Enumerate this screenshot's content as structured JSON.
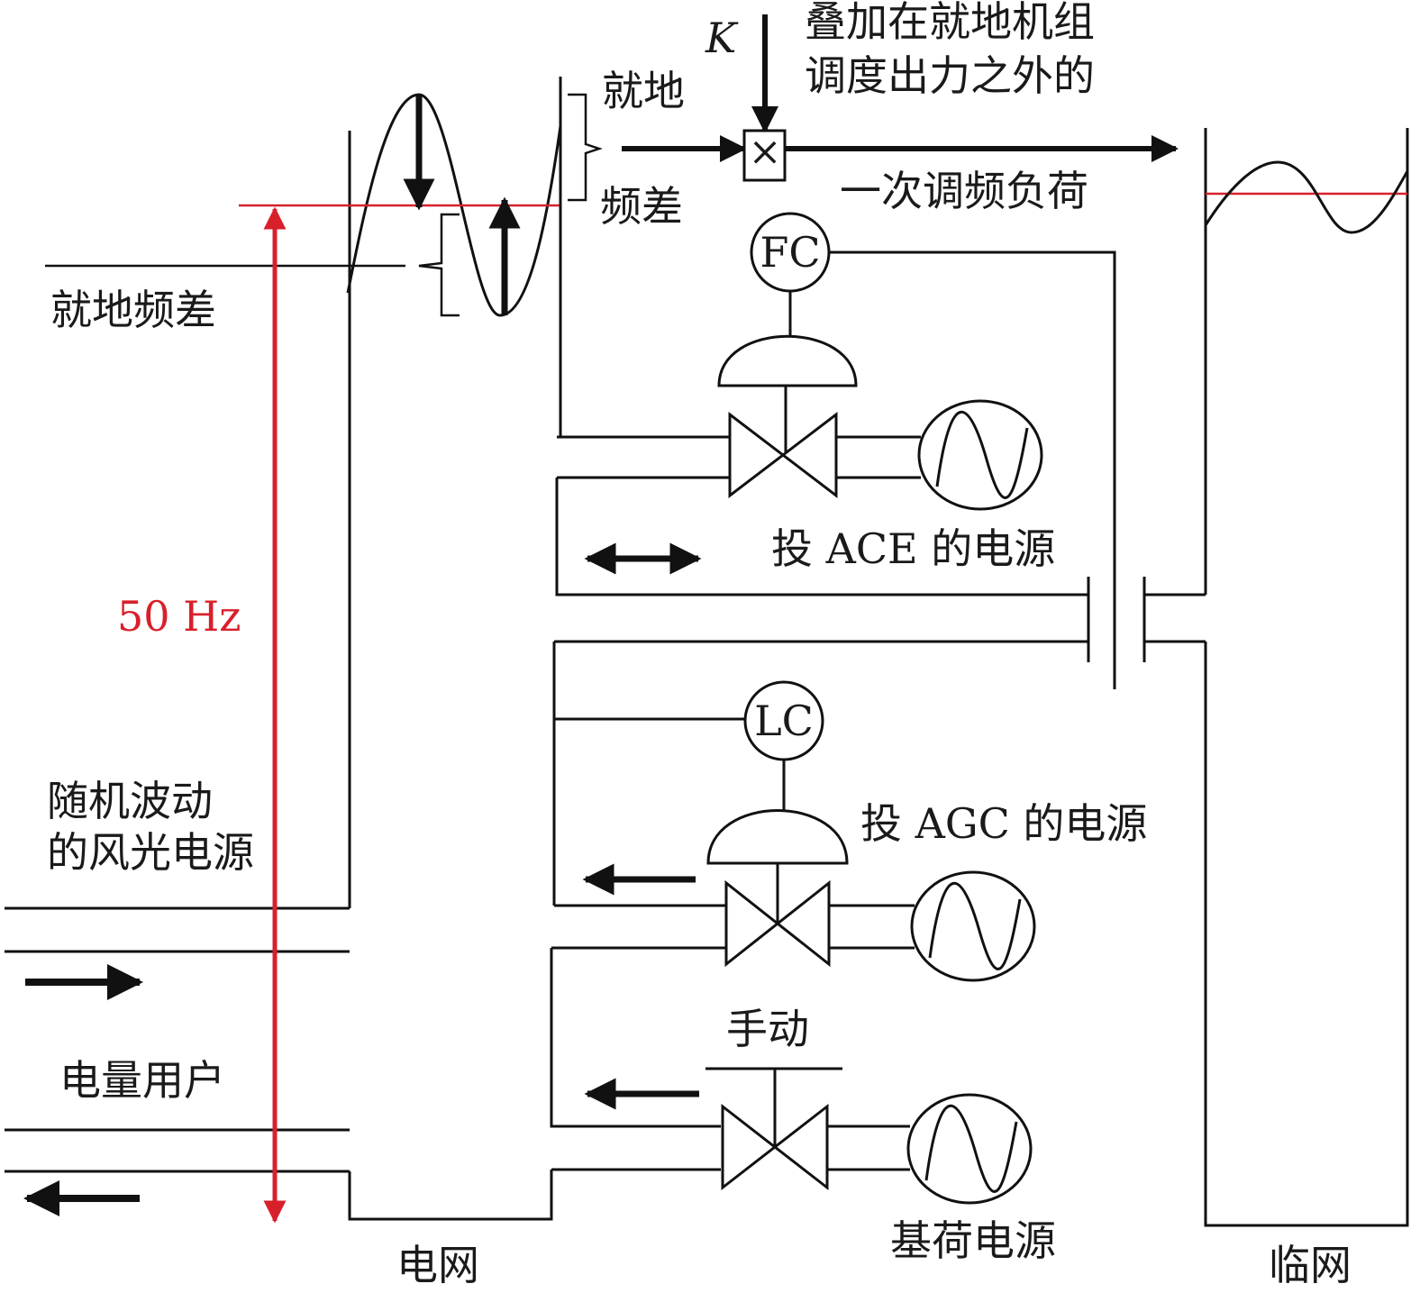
{
  "labels": {
    "local": "就地",
    "freq_diff": "频差",
    "local_freq_diff": "就地频差",
    "k": "K",
    "superimposed_line1": "叠加在就地机组",
    "superimposed_line2": "调度出力之外的",
    "primary_reg_load": "一次调频负荷",
    "fc": "FC",
    "lc": "LC",
    "ace_source": "投 ACE 的电源",
    "agc_source": "投 AGC 的电源",
    "manual": "手动",
    "base_load_source": "基荷电源",
    "wind_solar_line1": "随机波动",
    "wind_solar_line2": "的风光电源",
    "consumers": "电量用户",
    "freq_50": "50 Hz",
    "grid": "电网",
    "adjacent_grid": "临网",
    "multiply": "×"
  },
  "colors": {
    "line": "#111111",
    "red": "#d8202a"
  },
  "icons": {
    "multiplier": "multiply-box-icon",
    "controller": "circle-controller-icon",
    "valve": "bowtie-valve-icon",
    "generator": "ac-generator-icon"
  }
}
